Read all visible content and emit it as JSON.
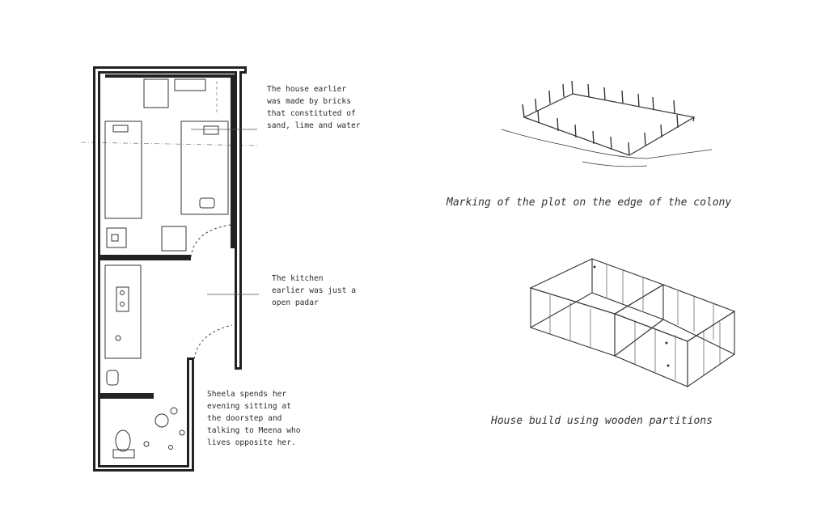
{
  "notes": {
    "bricks": "The house earlier\nwas made by bricks\nthat constituted of\nsand, lime and water",
    "kitchen": "The kitchen\nearlier was just a\nopen padar",
    "sheela": "Sheela spends her\nevening sitting at\nthe doorstep and\ntalking to Meena who\nlives opposite her."
  },
  "captions": {
    "plot": "Marking of the plot on the edge of the colony",
    "partitions": "House build using wooden partitions"
  },
  "colors": {
    "ink": "#222222",
    "background": "#ffffff"
  }
}
